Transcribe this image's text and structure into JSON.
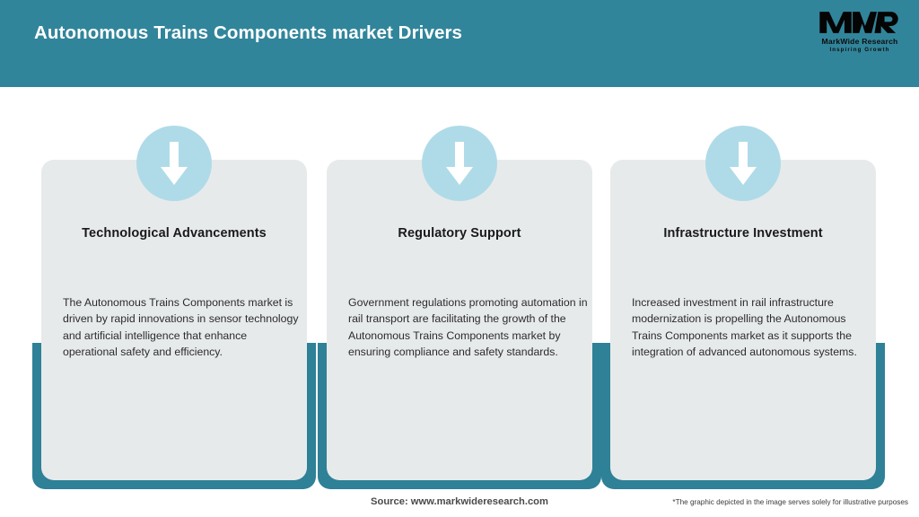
{
  "header": {
    "title": "Autonomous Trains Components market Drivers",
    "background_color": "#31859B",
    "title_color": "#FFFFFF"
  },
  "logo": {
    "mark": "MWR",
    "name": "MarkWide Research",
    "tagline": "Inspiring Growth"
  },
  "cards": [
    {
      "icon": "down-arrow-icon",
      "title": "Technological Advancements",
      "body": "The Autonomous Trains Components market is driven by rapid innovations in sensor technology and artificial intelligence that enhance operational safety and efficiency."
    },
    {
      "icon": "down-arrow-icon",
      "title": "Regulatory Support",
      "body": "Government regulations promoting automation in rail transport are facilitating the growth of the Autonomous Trains Components market by ensuring compliance and safety standards."
    },
    {
      "icon": "down-arrow-icon",
      "title": "Infrastructure Investment",
      "body": "Increased investment in rail infrastructure modernization is propelling the Autonomous Trains Components market as it supports the integration of advanced autonomous systems."
    }
  ],
  "footer": {
    "source": "Source: www.markwideresearch.com",
    "disclaimer": "*The graphic depicted in the image serves solely for illustrative purposes"
  },
  "colors": {
    "header_teal": "#31859B",
    "frame_teal": "#2E8196",
    "panel_grey": "#E7EAEB",
    "badge_blue": "#AFDBE8",
    "arrow_white": "#FFFFFF"
  }
}
